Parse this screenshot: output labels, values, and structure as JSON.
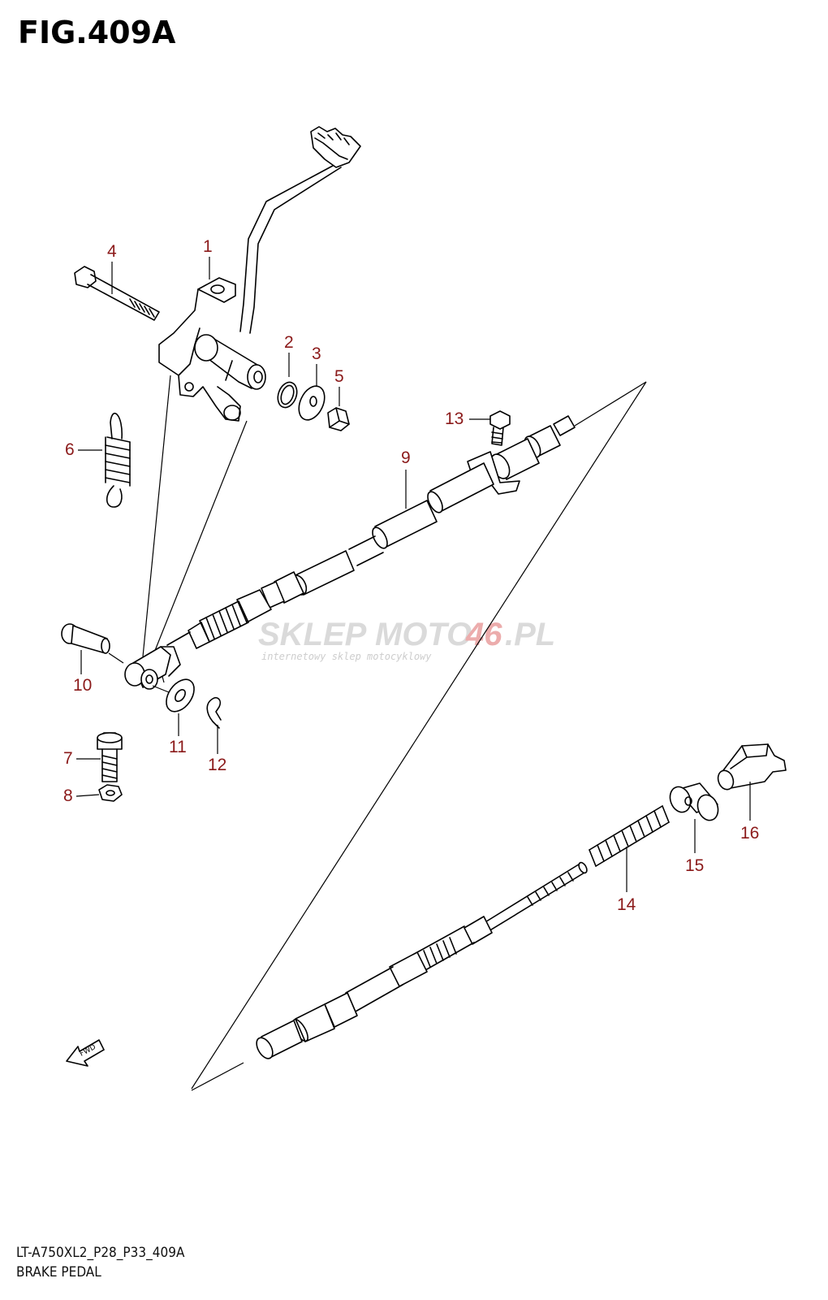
{
  "figure": {
    "title": "FIG.409A",
    "model_code": "LT-A750XL2_P28_P33_409A",
    "caption": "BRAKE PEDAL"
  },
  "callouts": [
    {
      "id": "1",
      "label": "1"
    },
    {
      "id": "2",
      "label": "2"
    },
    {
      "id": "3",
      "label": "3"
    },
    {
      "id": "4",
      "label": "4"
    },
    {
      "id": "5",
      "label": "5"
    },
    {
      "id": "6",
      "label": "6"
    },
    {
      "id": "7",
      "label": "7"
    },
    {
      "id": "8",
      "label": "8"
    },
    {
      "id": "9",
      "label": "9"
    },
    {
      "id": "10",
      "label": "10"
    },
    {
      "id": "11",
      "label": "11"
    },
    {
      "id": "12",
      "label": "12"
    },
    {
      "id": "13",
      "label": "13"
    },
    {
      "id": "14",
      "label": "14"
    },
    {
      "id": "15",
      "label": "15"
    },
    {
      "id": "16",
      "label": "16"
    }
  ],
  "watermark": {
    "brand_part1": "SKLEP",
    "brand_part2": "MOTO",
    "brand_part3": "46",
    "brand_part4": ".PL",
    "tagline": "internetowy sklep motocyklowy"
  },
  "fwd_badge": "FWD",
  "colors": {
    "callout_text": "#8b1a1a",
    "line_art": "#000000",
    "watermark_grey": "#cfcfcf",
    "watermark_red": "#e7a0a0"
  }
}
